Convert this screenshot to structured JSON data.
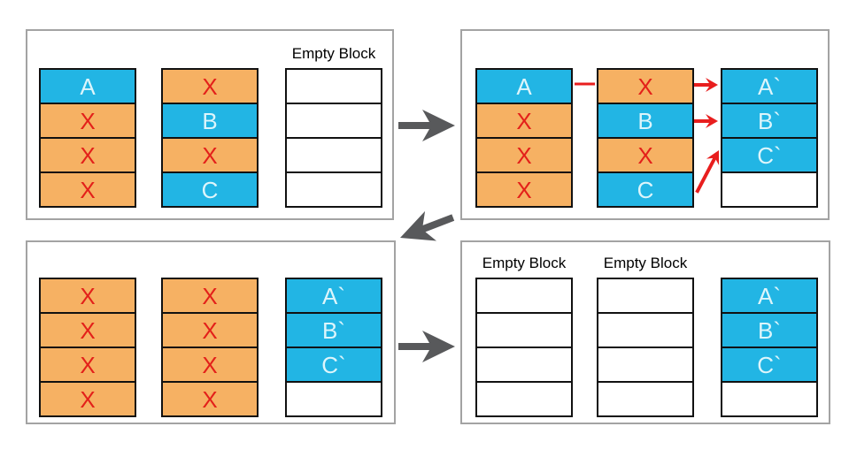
{
  "colors": {
    "valid_block": "#22b5e4",
    "invalid_block": "#f6b163",
    "empty_block": "#ffffff",
    "block_border": "#111111",
    "block_label": "#ddf5fb",
    "x_mark": "#e3201a",
    "red_arrow": "#e81e1e",
    "gray_arrow": "#58595b",
    "panel_border": "#a3a3a3"
  },
  "panels": [
    {
      "name": "before-gc",
      "columns": [
        {
          "blocks": [
            {
              "text": "A",
              "type": "valid"
            },
            {
              "text": "X",
              "type": "invalid"
            },
            {
              "text": "X",
              "type": "invalid"
            },
            {
              "text": "X",
              "type": "invalid"
            }
          ]
        },
        {
          "blocks": [
            {
              "text": "X",
              "type": "invalid"
            },
            {
              "text": "B",
              "type": "valid"
            },
            {
              "text": "X",
              "type": "invalid"
            },
            {
              "text": "C",
              "type": "valid"
            }
          ]
        },
        {
          "label": "Empty Block",
          "blocks": [
            {
              "text": "",
              "type": "empty"
            },
            {
              "text": "",
              "type": "empty"
            },
            {
              "text": "",
              "type": "empty"
            },
            {
              "text": "",
              "type": "empty"
            }
          ]
        }
      ]
    },
    {
      "name": "copy-valid-pages",
      "columns": [
        {
          "blocks": [
            {
              "text": "A",
              "type": "valid"
            },
            {
              "text": "X",
              "type": "invalid"
            },
            {
              "text": "X",
              "type": "invalid"
            },
            {
              "text": "X",
              "type": "invalid"
            }
          ]
        },
        {
          "blocks": [
            {
              "text": "X",
              "type": "invalid"
            },
            {
              "text": "B",
              "type": "valid"
            },
            {
              "text": "X",
              "type": "invalid"
            },
            {
              "text": "C",
              "type": "valid"
            }
          ]
        },
        {
          "blocks": [
            {
              "text": "A`",
              "type": "valid"
            },
            {
              "text": "B`",
              "type": "valid"
            },
            {
              "text": "C`",
              "type": "valid"
            },
            {
              "text": "",
              "type": "empty"
            }
          ]
        }
      ]
    },
    {
      "name": "after-copy",
      "columns": [
        {
          "blocks": [
            {
              "text": "X",
              "type": "invalid"
            },
            {
              "text": "X",
              "type": "invalid"
            },
            {
              "text": "X",
              "type": "invalid"
            },
            {
              "text": "X",
              "type": "invalid"
            }
          ]
        },
        {
          "blocks": [
            {
              "text": "X",
              "type": "invalid"
            },
            {
              "text": "X",
              "type": "invalid"
            },
            {
              "text": "X",
              "type": "invalid"
            },
            {
              "text": "X",
              "type": "invalid"
            }
          ]
        },
        {
          "blocks": [
            {
              "text": "A`",
              "type": "valid"
            },
            {
              "text": "B`",
              "type": "valid"
            },
            {
              "text": "C`",
              "type": "valid"
            },
            {
              "text": "",
              "type": "empty"
            }
          ]
        }
      ]
    },
    {
      "name": "after-erase",
      "columns": [
        {
          "label": "Empty Block",
          "blocks": [
            {
              "text": "",
              "type": "empty"
            },
            {
              "text": "",
              "type": "empty"
            },
            {
              "text": "",
              "type": "empty"
            },
            {
              "text": "",
              "type": "empty"
            }
          ]
        },
        {
          "label": "Empty Block",
          "blocks": [
            {
              "text": "",
              "type": "empty"
            },
            {
              "text": "",
              "type": "empty"
            },
            {
              "text": "",
              "type": "empty"
            },
            {
              "text": "",
              "type": "empty"
            }
          ]
        },
        {
          "blocks": [
            {
              "text": "A`",
              "type": "valid"
            },
            {
              "text": "B`",
              "type": "valid"
            },
            {
              "text": "C`",
              "type": "valid"
            },
            {
              "text": "",
              "type": "empty"
            }
          ]
        }
      ]
    }
  ]
}
